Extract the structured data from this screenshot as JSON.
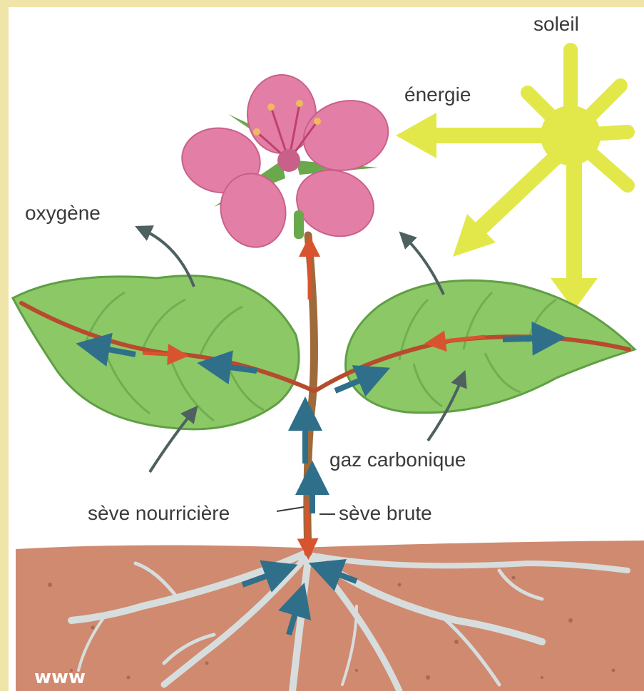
{
  "labels": {
    "sun": "soleil",
    "energy": "énergie",
    "oxygen": "oxygène",
    "co2": "gaz carbonique",
    "nourishing_sap": "sève nourricière",
    "raw_sap": "sève brute",
    "watermark": "www"
  },
  "colors": {
    "frame": "#efe5a8",
    "paper": "#ffffff",
    "sun": "#e2e84a",
    "leaf": "#8cc866",
    "leaf_dark": "#5f9f44",
    "petal": "#e37fa6",
    "soil": "#cf8a70",
    "root": "#d7dddd",
    "nourishing_sap_arrow": "#d8542e",
    "raw_sap_arrow": "#2f6f8a"
  }
}
